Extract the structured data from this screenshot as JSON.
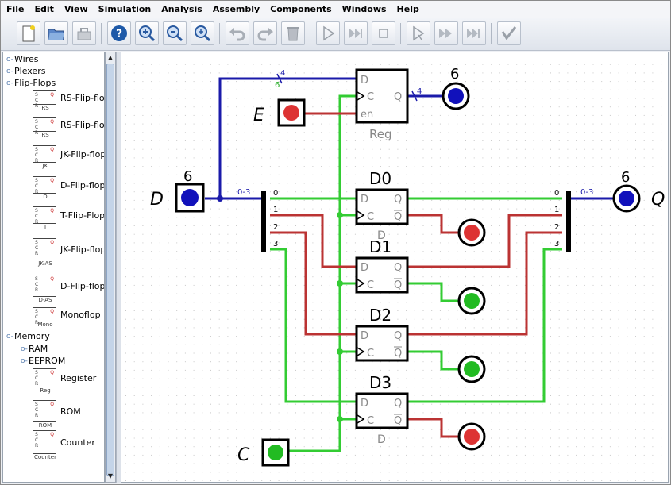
{
  "menu": [
    "File",
    "Edit",
    "View",
    "Simulation",
    "Analysis",
    "Assembly",
    "Components",
    "Windows",
    "Help"
  ],
  "toolbar_icons": [
    "new-file-icon",
    "open-folder-icon",
    "close-project-icon",
    "help-icon",
    "zoom-in-icon",
    "zoom-out-icon",
    "zoom-fit-icon",
    "undo-icon",
    "redo-icon",
    "delete-icon",
    "select-icon",
    "step-icon",
    "stop-icon",
    "run-icon",
    "fast-forward-icon",
    "fast-step-icon",
    "analyze-icon"
  ],
  "tree": {
    "wires": "Wires",
    "plexers": "Plexers",
    "flipflops": "Flip-Flops",
    "items": [
      {
        "label": "RS-Flip-flop",
        "sub": "RS"
      },
      {
        "label": "RS-Flip-flop",
        "sub": "RS"
      },
      {
        "label": "JK-Flip-flop",
        "sub": "JK"
      },
      {
        "label": "D-Flip-flop",
        "sub": "D"
      },
      {
        "label": "T-Flip-Flop",
        "sub": "T"
      },
      {
        "label": "JK-Flip-flop",
        "sub": "JK-AS"
      },
      {
        "label": "D-Flip-flop,",
        "sub": "D-AS"
      },
      {
        "label": "Monoflop",
        "sub": "Mono"
      }
    ],
    "memory": "Memory",
    "ram": "RAM",
    "eeprom": "EEPROM",
    "mem_items": [
      {
        "label": "Register",
        "sub": "Reg"
      },
      {
        "label": "ROM",
        "sub": "ROM"
      },
      {
        "label": "Counter",
        "sub": "Counter"
      }
    ]
  },
  "circuit": {
    "label_D": "D",
    "label_E": "E",
    "label_C": "C",
    "label_Q": "Q",
    "width_D": "6",
    "width_reg_out": "6",
    "width_Q": "6",
    "bus_4a": "4",
    "bus_6": "6",
    "bus_4b": "4",
    "split_in": "0-3",
    "split_out": "0-3",
    "bits": [
      "0",
      "1",
      "2",
      "3"
    ],
    "reg_name": "Reg",
    "reg_pins": {
      "d": "D",
      "c": "C",
      "q": "Q",
      "en": "en"
    },
    "ff_titles": [
      "D0",
      "D1",
      "D2",
      "D3"
    ],
    "ff_pins": {
      "d": "D",
      "c": "C",
      "q": "Q",
      "qn": "Q"
    },
    "ff_sub": "D",
    "colors": {
      "wire_on": "#33cc33",
      "wire_off": "#bb3333",
      "bus": "#1a1aaa",
      "led_red": "#dd3333",
      "led_green": "#22bb22",
      "led_blue": "#1111bb",
      "grid": "#c8c8c8"
    }
  }
}
